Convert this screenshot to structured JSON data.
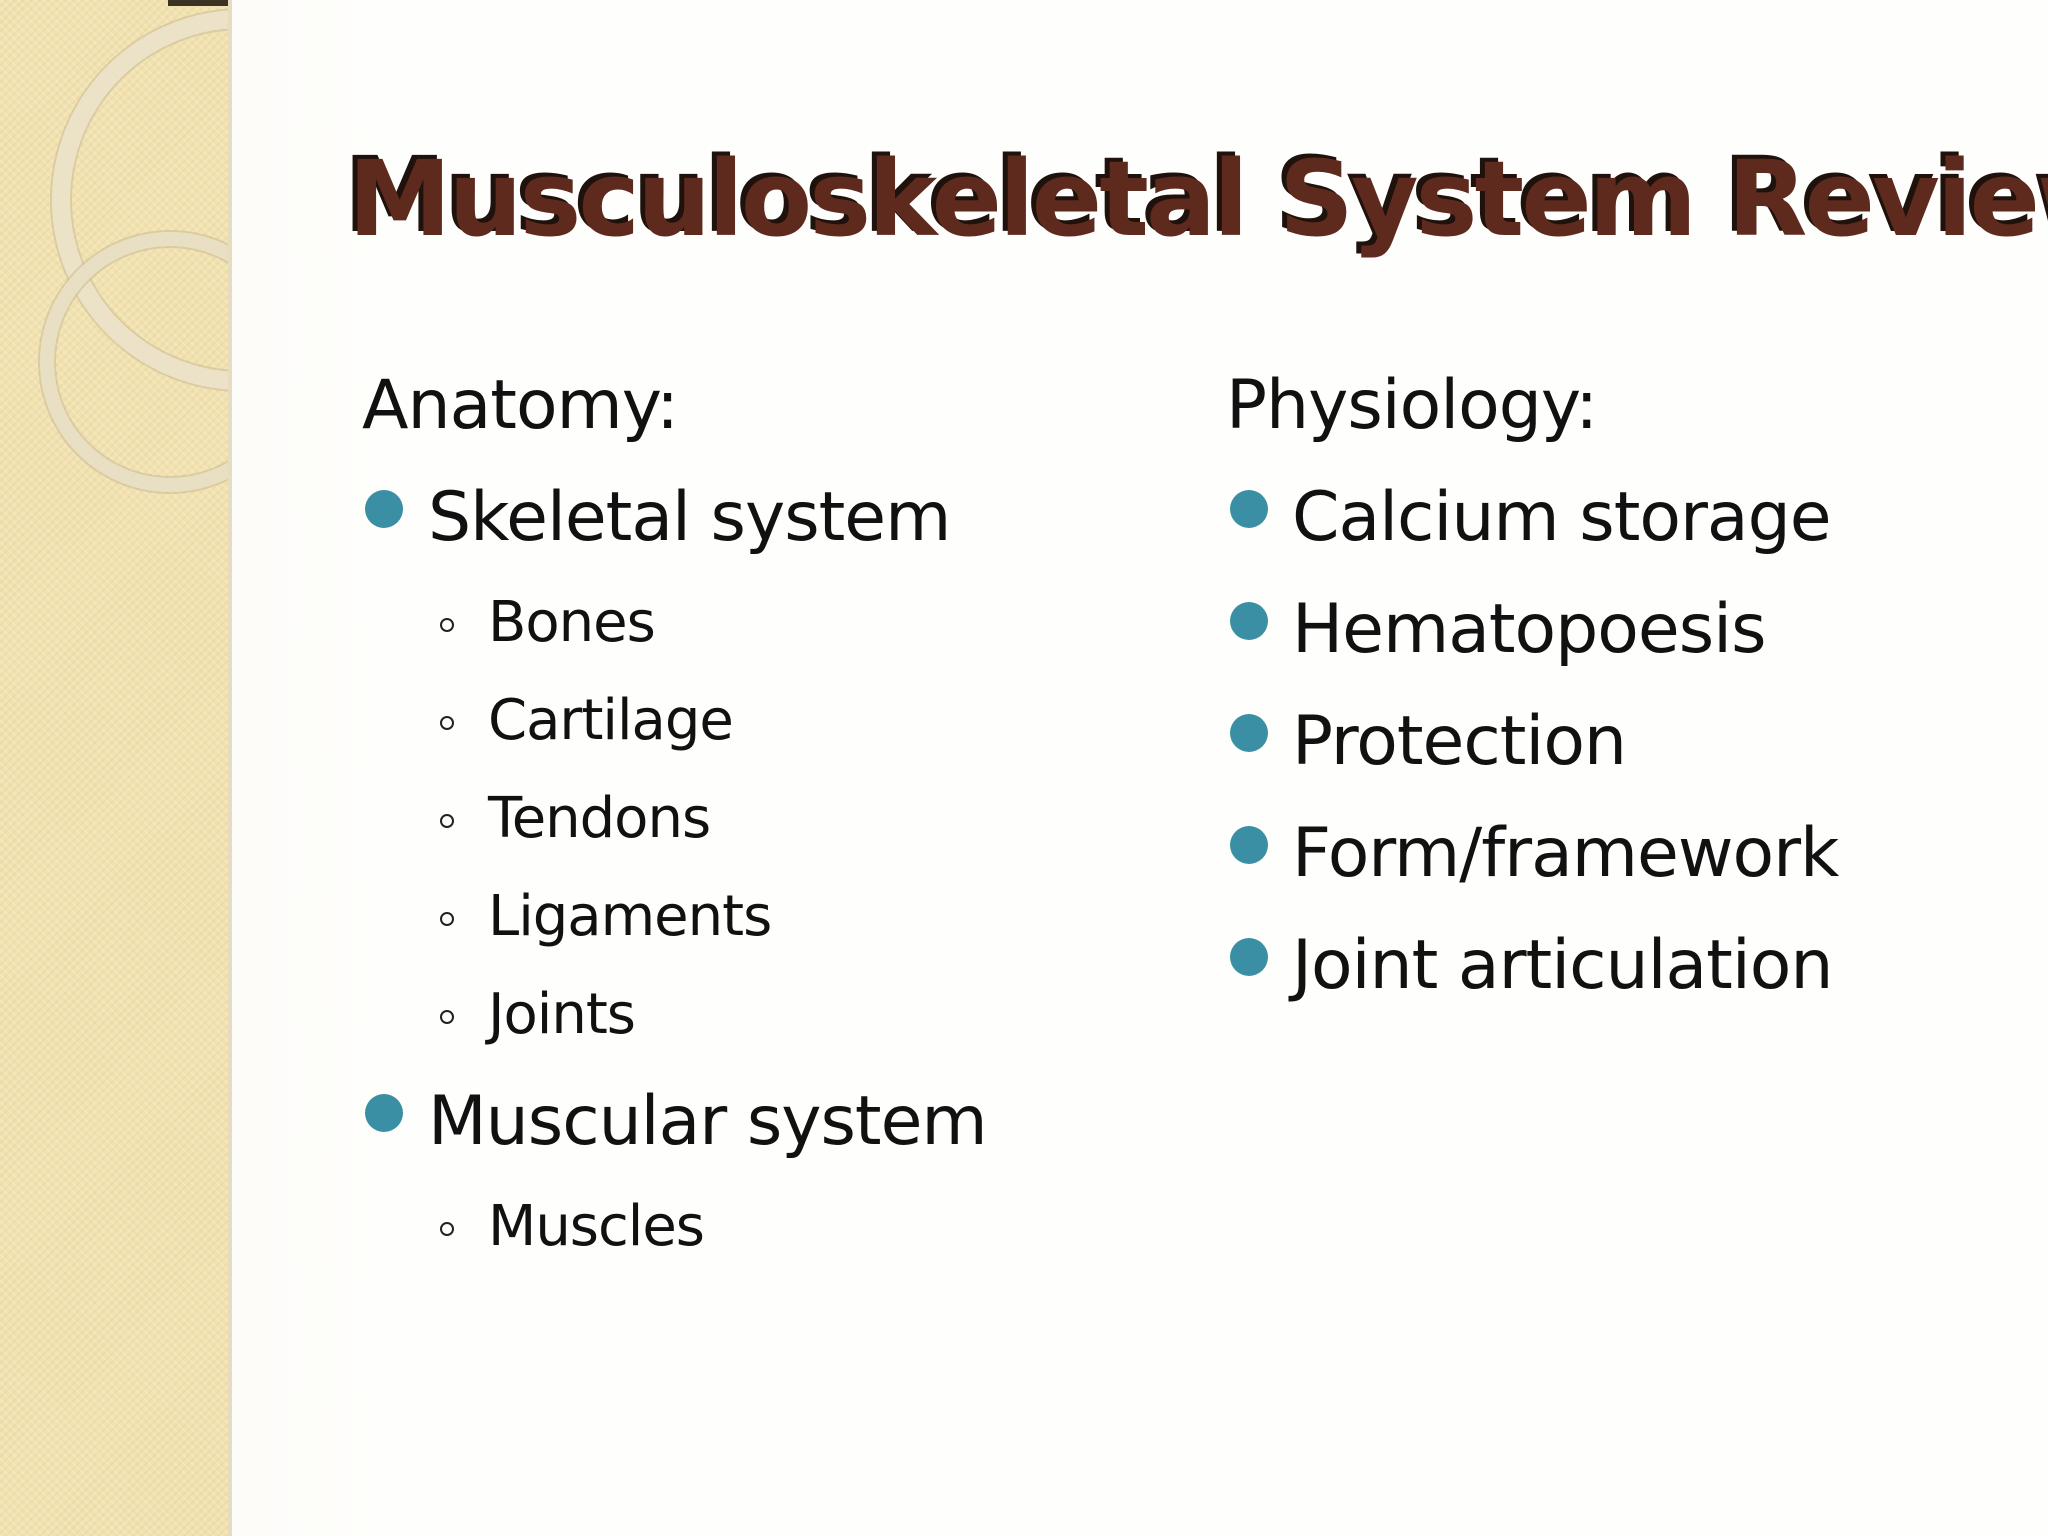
{
  "slide": {
    "title": "Musculoskeletal System Review",
    "left_column": {
      "heading": "Anatomy:",
      "items": [
        {
          "label": "Skeletal system",
          "subitems": [
            "Bones",
            "Cartilage",
            "Tendons",
            "Ligaments",
            "Joints"
          ]
        },
        {
          "label": "Muscular system",
          "subitems": [
            "Muscles"
          ]
        }
      ]
    },
    "right_column": {
      "heading": "Physiology:",
      "items": [
        "Calcium storage",
        "Hematopoesis",
        "Protection",
        "Form/framework",
        "Joint articulation"
      ]
    }
  },
  "colors": {
    "title_text": "#5e2a1e",
    "title_shadow": "#1f120c",
    "bullet": "#3a8fa4",
    "side_band": "#f1e2b0",
    "body_text": "#111111"
  },
  "icons": {
    "primary_bullet": "filled-circle-bullet-icon",
    "secondary_bullet": "hollow-circle-bullet-icon"
  }
}
